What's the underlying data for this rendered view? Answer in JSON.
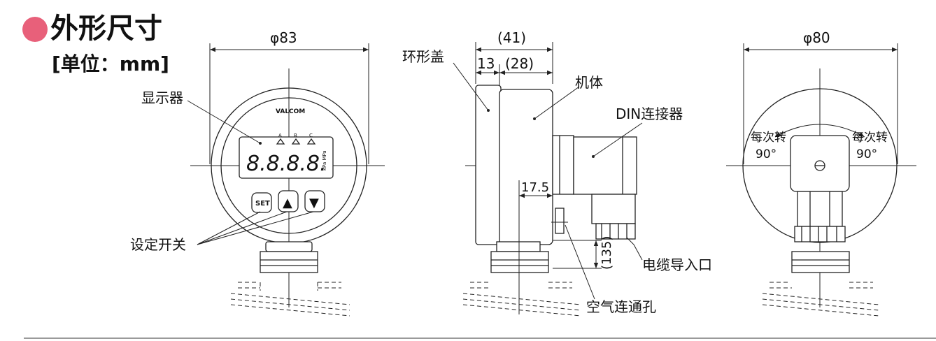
{
  "header": {
    "title": "外形尺寸",
    "unit": "[单位：mm]"
  },
  "front_view": {
    "diameter": "φ83",
    "display_label": "显示器",
    "brand": "VALCOM",
    "indicators": [
      "A",
      "B",
      "C"
    ],
    "digits": "8.8.8.8.",
    "unit_mark": "kPa MPa",
    "set_button": "SET",
    "up_button": "▲",
    "down_button": "▼",
    "switch_label": "设定开关"
  },
  "side_view": {
    "total_depth": "(41)",
    "cover_depth": "13",
    "body_depth": "(28)",
    "cover_label": "环形盖",
    "body_label": "机体",
    "din_label": "DIN连接器",
    "offset_dim": "17.5",
    "height_dim": "(135)",
    "cable_label": "电缆导入口",
    "vent_label": "空气连通孔"
  },
  "rear_view": {
    "diameter": "φ80",
    "rotate_left": "每次转",
    "angle_left": "90°",
    "rotate_right": "每次转",
    "angle_right": "90°"
  },
  "colors": {
    "accent": "#e8607a",
    "line": "#222222"
  }
}
